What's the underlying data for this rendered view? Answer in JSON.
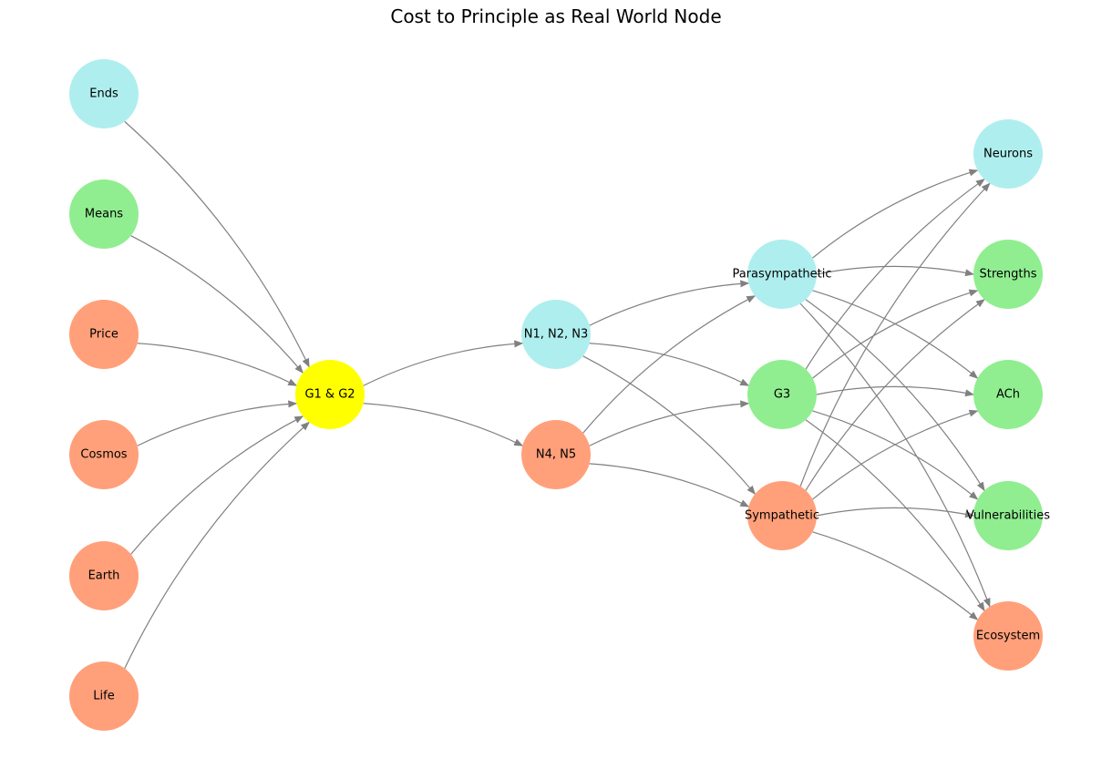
{
  "title": "Cost to Principle as Real World Node",
  "colors": {
    "salmon": "#ffa07a",
    "green": "#90ee90",
    "cyan": "#afeeee",
    "yellow": "#ffff00",
    "edge": "#808080"
  },
  "nodes": {
    "ends": {
      "label": "Ends",
      "color": "cyan"
    },
    "means": {
      "label": "Means",
      "color": "green"
    },
    "price": {
      "label": "Price",
      "color": "salmon"
    },
    "cosmos": {
      "label": "Cosmos",
      "color": "salmon"
    },
    "earth": {
      "label": "Earth",
      "color": "salmon"
    },
    "life": {
      "label": "Life",
      "color": "salmon"
    },
    "g1g2": {
      "label": "G1 & G2",
      "color": "yellow"
    },
    "n123": {
      "label": "N1, N2, N3",
      "color": "cyan"
    },
    "n45": {
      "label": "N4, N5",
      "color": "salmon"
    },
    "para": {
      "label": "Parasympathetic",
      "color": "cyan"
    },
    "g3": {
      "label": "G3",
      "color": "green"
    },
    "symp": {
      "label": "Sympathetic",
      "color": "salmon"
    },
    "neurons": {
      "label": "Neurons",
      "color": "cyan"
    },
    "strengths": {
      "label": "Strengths",
      "color": "green"
    },
    "ach": {
      "label": "ACh",
      "color": "green"
    },
    "vuln": {
      "label": "Vulnerabilities",
      "color": "green"
    },
    "eco": {
      "label": "Ecosystem",
      "color": "salmon"
    }
  },
  "edges": [
    [
      "ends",
      "g1g2"
    ],
    [
      "means",
      "g1g2"
    ],
    [
      "price",
      "g1g2"
    ],
    [
      "cosmos",
      "g1g2"
    ],
    [
      "earth",
      "g1g2"
    ],
    [
      "life",
      "g1g2"
    ],
    [
      "g1g2",
      "n123"
    ],
    [
      "g1g2",
      "n45"
    ],
    [
      "n123",
      "para"
    ],
    [
      "n123",
      "g3"
    ],
    [
      "n123",
      "symp"
    ],
    [
      "n45",
      "para"
    ],
    [
      "n45",
      "g3"
    ],
    [
      "n45",
      "symp"
    ],
    [
      "para",
      "neurons"
    ],
    [
      "para",
      "strengths"
    ],
    [
      "para",
      "ach"
    ],
    [
      "para",
      "vuln"
    ],
    [
      "para",
      "eco"
    ],
    [
      "g3",
      "neurons"
    ],
    [
      "g3",
      "strengths"
    ],
    [
      "g3",
      "ach"
    ],
    [
      "g3",
      "vuln"
    ],
    [
      "g3",
      "eco"
    ],
    [
      "symp",
      "neurons"
    ],
    [
      "symp",
      "strengths"
    ],
    [
      "symp",
      "ach"
    ],
    [
      "symp",
      "vuln"
    ],
    [
      "symp",
      "eco"
    ]
  ]
}
